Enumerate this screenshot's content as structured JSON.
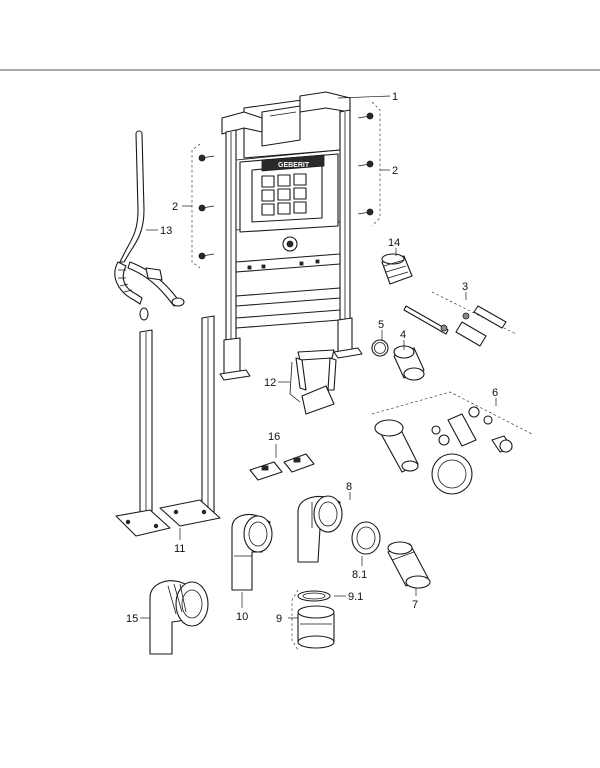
{
  "brand": {
    "logo": "GEBERIT"
  },
  "callouts": [
    {
      "id": "c1",
      "text": "1"
    },
    {
      "id": "c2l",
      "text": "2"
    },
    {
      "id": "c2r",
      "text": "2"
    },
    {
      "id": "c3",
      "text": "3"
    },
    {
      "id": "c4",
      "text": "4"
    },
    {
      "id": "c5",
      "text": "5"
    },
    {
      "id": "c6",
      "text": "6"
    },
    {
      "id": "c7",
      "text": "7"
    },
    {
      "id": "c8",
      "text": "8"
    },
    {
      "id": "c81",
      "text": "8.1"
    },
    {
      "id": "c9",
      "text": "9"
    },
    {
      "id": "c91",
      "text": "9.1"
    },
    {
      "id": "c10",
      "text": "10"
    },
    {
      "id": "c11",
      "text": "11"
    },
    {
      "id": "c12",
      "text": "12"
    },
    {
      "id": "c13",
      "text": "13"
    },
    {
      "id": "c14",
      "text": "14"
    },
    {
      "id": "c15",
      "text": "15"
    },
    {
      "id": "c16",
      "text": "16"
    }
  ]
}
